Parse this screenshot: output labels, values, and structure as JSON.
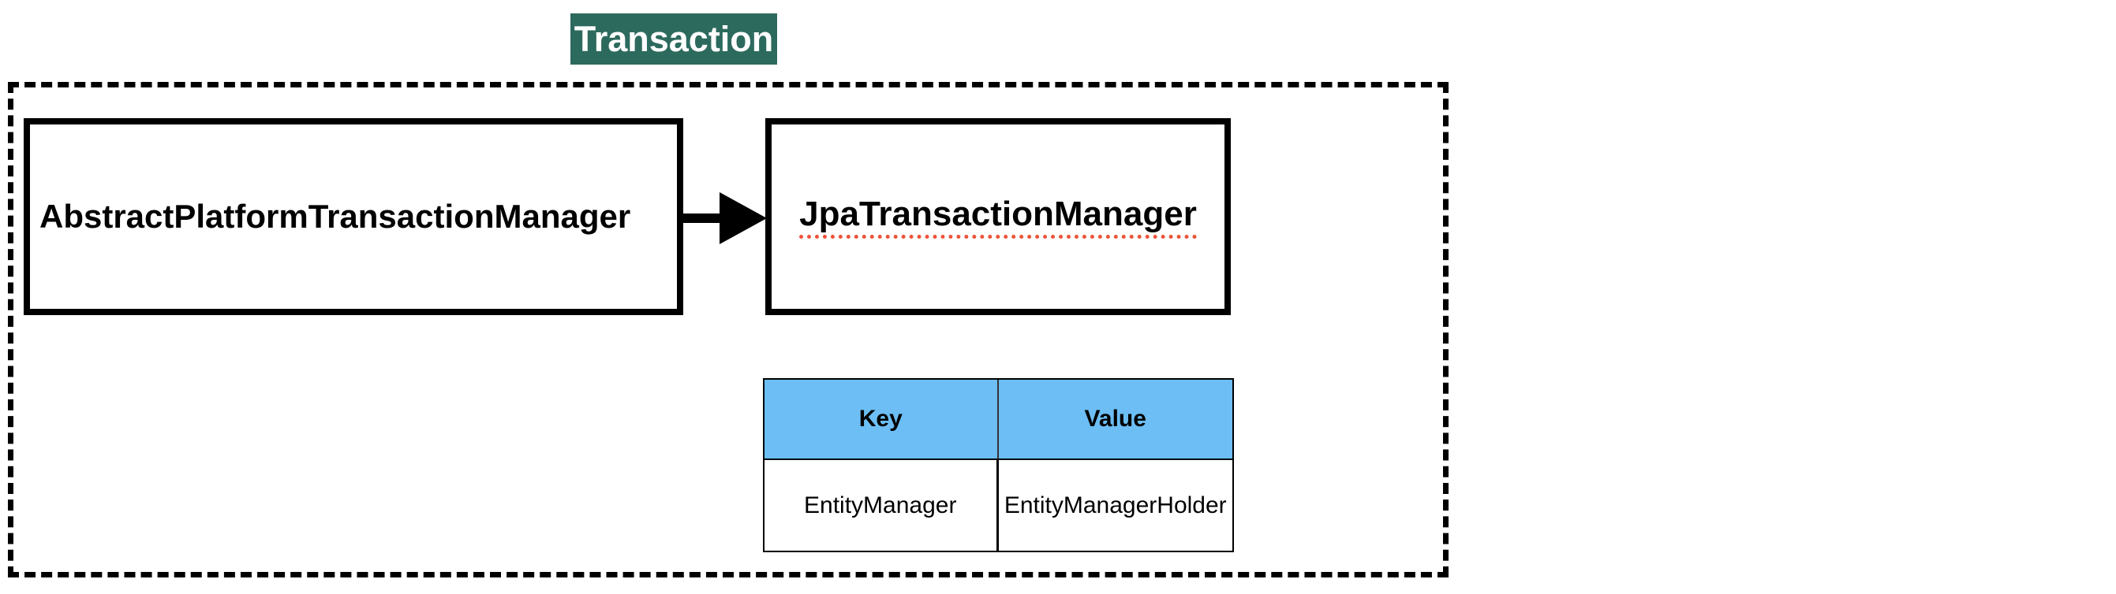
{
  "title_badge": {
    "label": "Transaction",
    "bg_color": "#2D6A5E",
    "text_color": "#FFFFFF"
  },
  "boundary": {
    "style": "dashed",
    "border_color": "#000000"
  },
  "nodes": {
    "left": {
      "label": "AbstractPlatformTransactionManager"
    },
    "right": {
      "label": "JpaTransactionManager",
      "spellcheck_underline_color": "#ED5338"
    }
  },
  "connector": {
    "type": "arrow-right",
    "color": "#000000",
    "from": "AbstractPlatformTransactionManager",
    "to": "JpaTransactionManager"
  },
  "table": {
    "header_bg": "#6CBEF4",
    "headers": [
      "Key",
      "Value"
    ],
    "rows": [
      [
        "EntityManager",
        "EntityManagerHolder"
      ]
    ]
  }
}
